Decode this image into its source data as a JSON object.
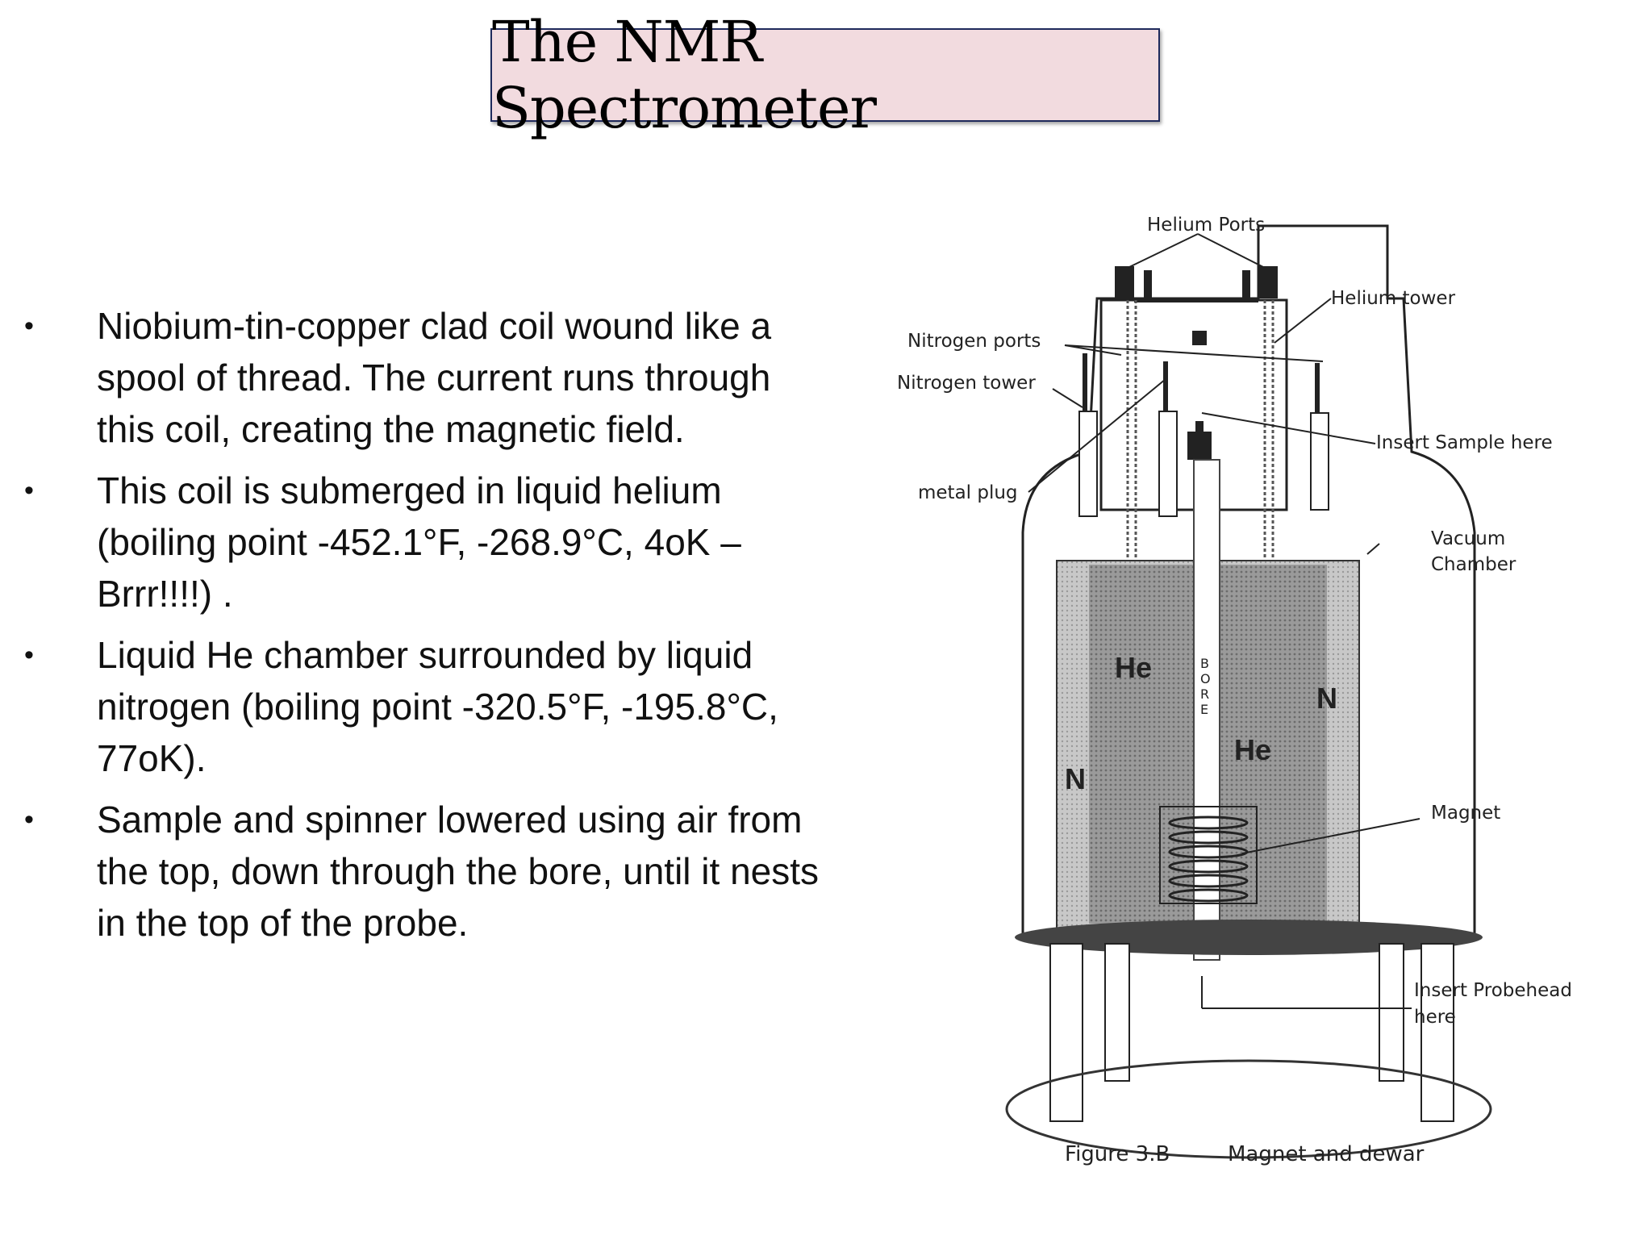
{
  "title": "The NMR Spectrometer",
  "bullets": [
    "Niobium-tin-copper clad coil wound like a spool of thread. The current runs through this coil, creating the magnetic field.",
    "This coil is submerged in liquid helium (boiling point -452.1°F, -268.9°C, 4oK – Brrr!!!!) .",
    "Liquid He chamber surrounded by liquid nitrogen (boiling point -320.5°F, -195.8°C, 77oK).",
    "Sample and spinner lowered using air from the top, down through the bore, until it nests in the top of the probe."
  ],
  "bullet_symbol": "•",
  "diagram": {
    "labels": {
      "helium_ports": "Helium Ports",
      "helium_tower": "Helium tower",
      "nitrogen_ports": "Nitrogen  ports",
      "nitrogen_tower": "Nitrogen  tower",
      "insert_sample": "Insert Sample here",
      "metal_plug": "metal plug",
      "vacuum_chamber_1": "Vacuum",
      "vacuum_chamber_2": "Chamber",
      "he_left": "He",
      "he_right": "He",
      "n_left": "N",
      "n_right": "N",
      "bore_1": "B",
      "bore_2": "O",
      "bore_3": "R",
      "bore_4": "E",
      "magnet": "Magnet",
      "insert_probehead_1": "Insert Probehead",
      "insert_probehead_2": "here",
      "figure_number": "Figure 3.B",
      "figure_caption": "Magnet and dewar"
    }
  }
}
